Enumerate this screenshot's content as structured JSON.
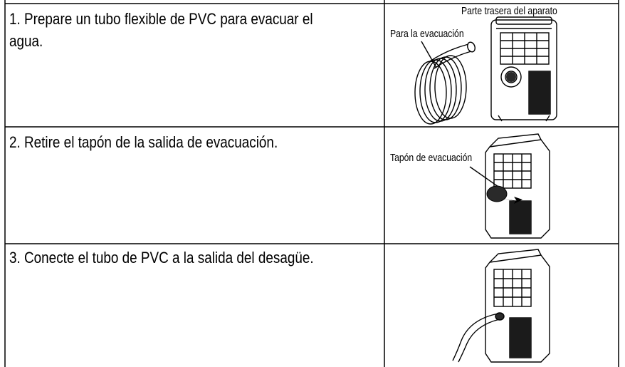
{
  "steps": [
    {
      "text": "1. Prepare un tubo flexible de PVC para evacuar el agua.",
      "captions": [
        "Parte trasera del aparato",
        "Para la evacuación"
      ]
    },
    {
      "text": "2. Retire el tapón de la salida de evacuación.",
      "captions": [
        "Tapón de evacuación"
      ]
    },
    {
      "text": "3. Conecte el tubo de PVC a la salida del desagüe.",
      "captions": []
    }
  ]
}
